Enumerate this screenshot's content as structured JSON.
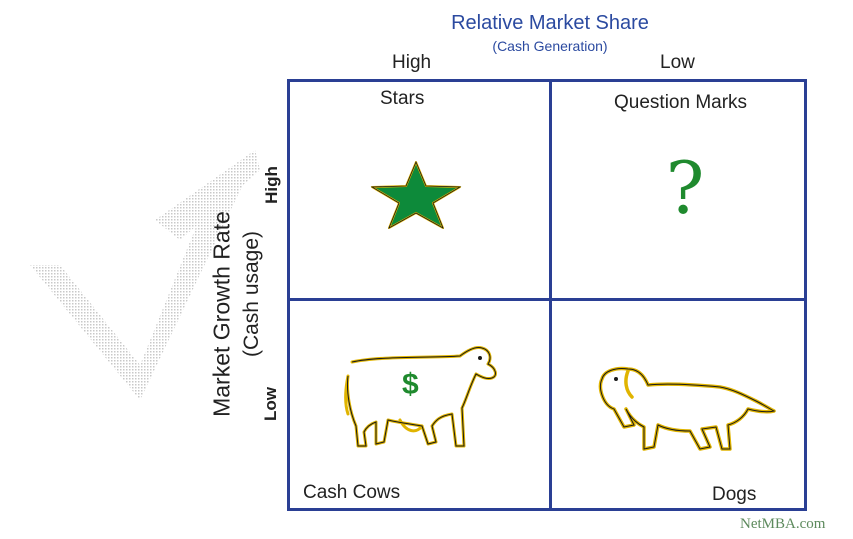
{
  "x_axis": {
    "title": "Relative Market Share",
    "subtitle": "(Cash Generation)",
    "high_label": "High",
    "low_label": "Low"
  },
  "y_axis": {
    "title": "Market Growth Rate",
    "subtitle": "(Cash usage)",
    "high_label": "High",
    "low_label": "Low"
  },
  "quadrants": {
    "stars": "Stars",
    "question_marks": "Question Marks",
    "cash_cows": "Cash Cows",
    "dogs": "Dogs"
  },
  "icons": {
    "star": "star-icon",
    "question_mark": "question-mark-icon",
    "cow": "cow-icon",
    "dog": "dog-icon",
    "dollar": "$",
    "question_glyph": "?"
  },
  "credit": "NetMBA.com",
  "colors": {
    "frame": "#2a3f94",
    "axis_title": "#2b4aa0",
    "star_fill": "#0d8a3a",
    "question_mark": "#1f8a2e",
    "icon_outline": "#e0b400"
  }
}
